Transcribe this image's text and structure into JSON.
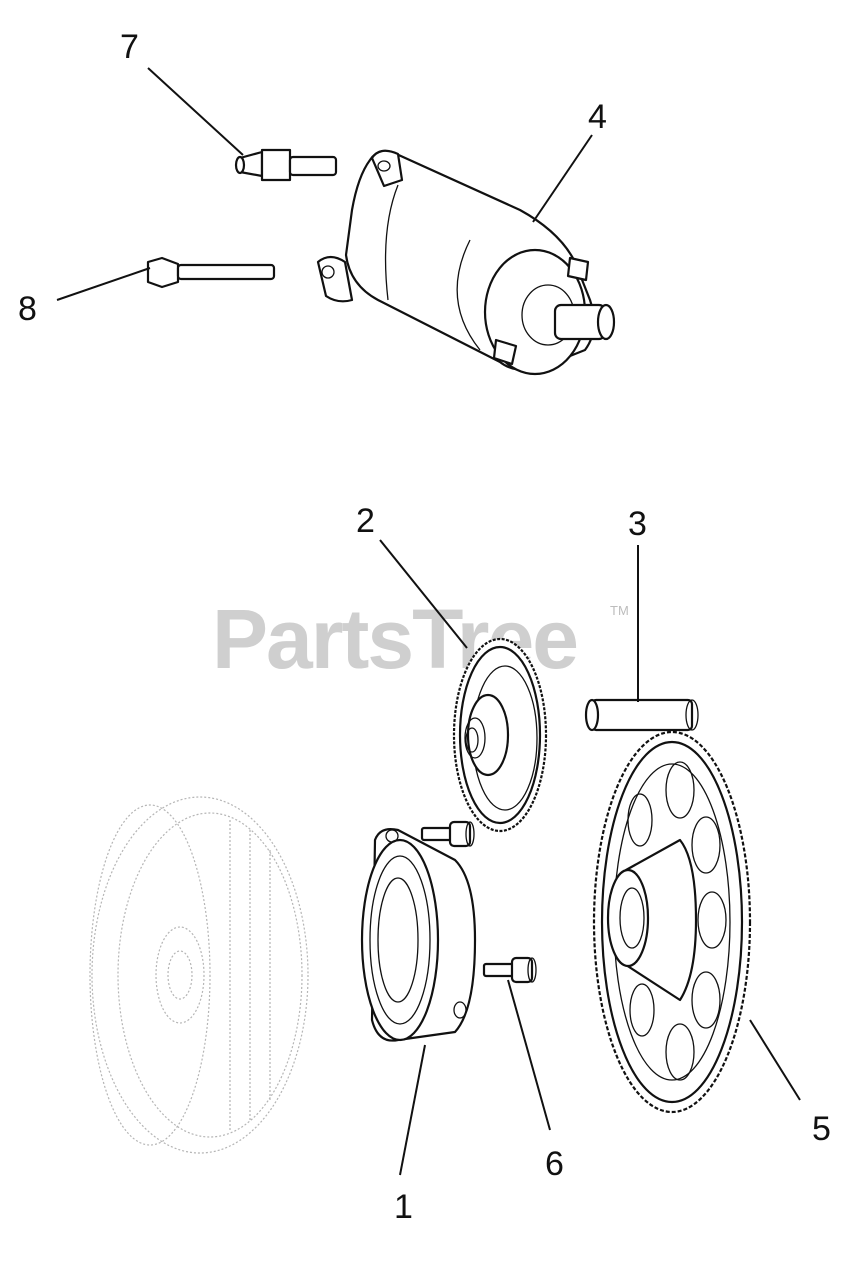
{
  "watermark": {
    "text": "PartsTree",
    "tm": "TM"
  },
  "callouts": [
    {
      "label": "7"
    },
    {
      "label": "4"
    },
    {
      "label": "8"
    },
    {
      "label": "2"
    },
    {
      "label": "3"
    },
    {
      "label": "5"
    },
    {
      "label": "6"
    },
    {
      "label": "1"
    }
  ]
}
